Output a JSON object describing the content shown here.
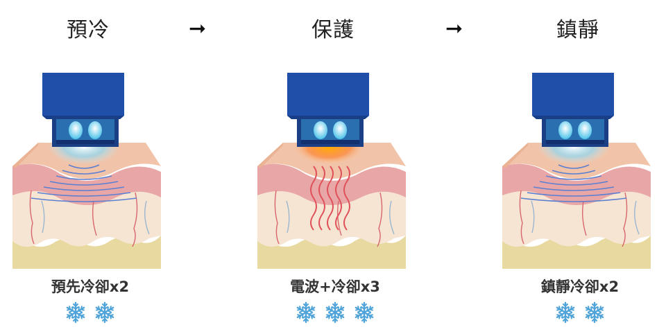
{
  "steps": [
    {
      "title": "預冷",
      "caption": "預先冷卻x2",
      "snowflakes": 2,
      "mode": "cool"
    },
    {
      "title": "保護",
      "caption": "電波+冷卻x3",
      "snowflakes": 3,
      "mode": "heat"
    },
    {
      "title": "鎮靜",
      "caption": "鎮靜冷卻x2",
      "snowflakes": 2,
      "mode": "cool"
    }
  ],
  "arrows": [
    "➞",
    "➞"
  ],
  "icons": {
    "snowflake": "snowflake-icon",
    "arrow": "arrow-right-icon"
  },
  "colors": {
    "device": "#1f4fa8",
    "skin_top": "#f1c3a8",
    "skin_mid": "#e8a7a6",
    "fat": "#f6e5d3",
    "base": "#e8d9a0",
    "cool_wave": "#5b7fd1",
    "heat_wave": "#e0505a",
    "snowflake": "#4fa3d8"
  }
}
